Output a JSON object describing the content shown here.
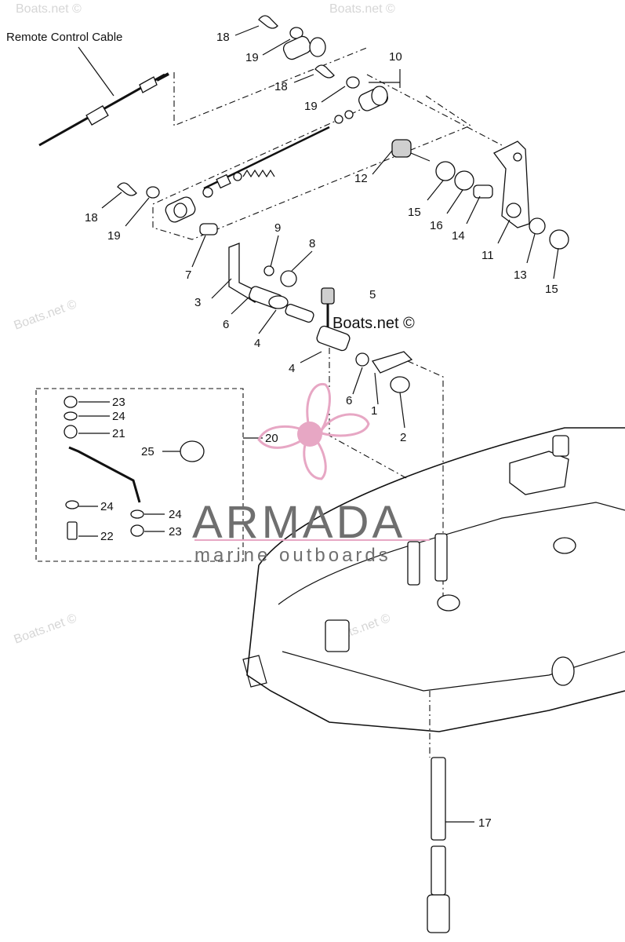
{
  "title": "Remote Control Cable",
  "watermarks": [
    "Boats.net ©",
    "Boats.net ©",
    "Boats.net ©",
    "Boats.net ©",
    "Boats.net ©",
    "Boats.net ©"
  ],
  "brand": {
    "name": "ARMADA",
    "tagline": "marine outboards",
    "color": "#e7a7c4"
  },
  "callouts": {
    "c1": "1",
    "c2": "2",
    "c3": "3",
    "c4a": "4",
    "c4b": "4",
    "c5": "5",
    "c6a": "6",
    "c6b": "6",
    "c7": "7",
    "c8": "8",
    "c9": "9",
    "c10": "10",
    "c11": "11",
    "c12": "12",
    "c13": "13",
    "c14": "14",
    "c15a": "15",
    "c15b": "15",
    "c16": "16",
    "c17": "17",
    "c18a": "18",
    "c18b": "18",
    "c18c": "18",
    "c19a": "19",
    "c19b": "19",
    "c19c": "19",
    "c20": "20",
    "c21": "21",
    "c22": "22",
    "c23a": "23",
    "c23b": "23",
    "c24a": "24",
    "c24b": "24",
    "c24c": "24",
    "c25": "25"
  }
}
